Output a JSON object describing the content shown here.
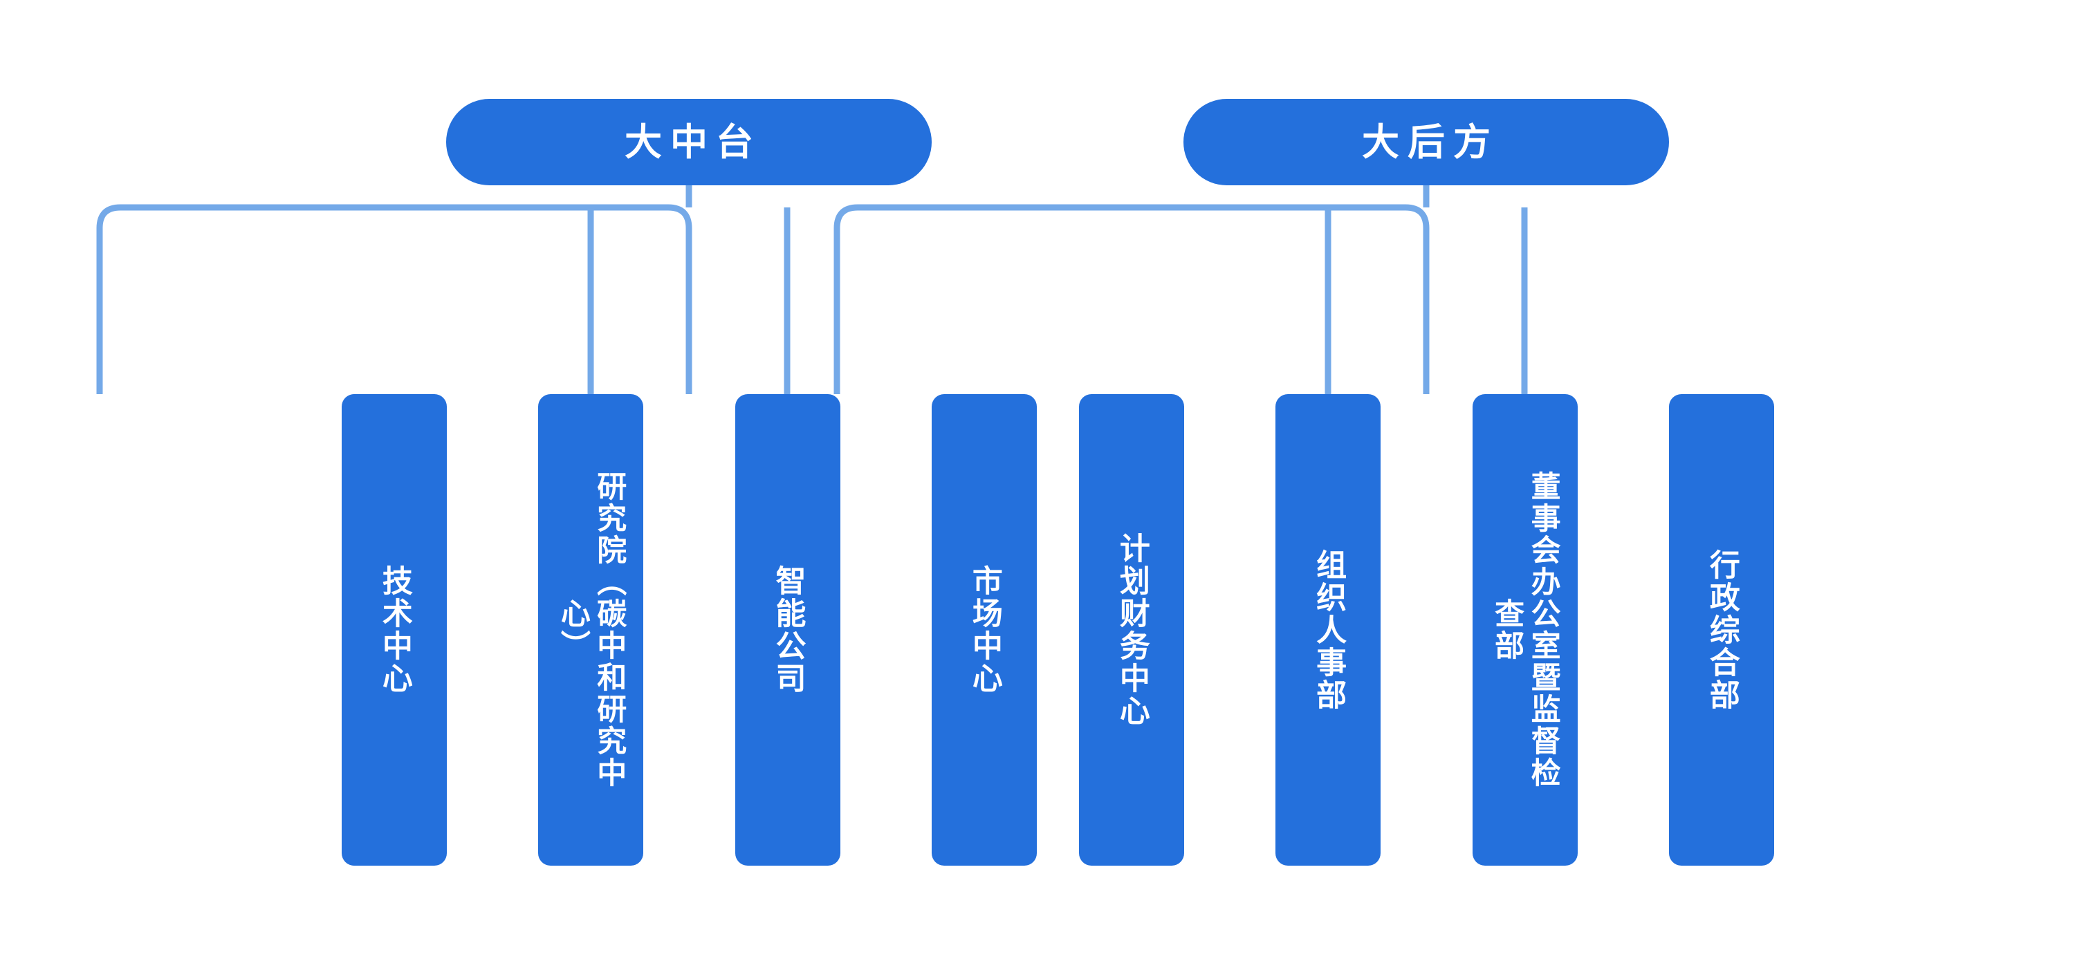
{
  "diagram": {
    "title_left": "大中台",
    "title_right": "大后方",
    "background_color": "#ffffff",
    "primary_color": "#2470dc",
    "connector_color": "#74a9e8",
    "text_color": "#ffffff"
  },
  "groups": [
    {
      "id": "zhongtai",
      "header": "大中台",
      "children": [
        {
          "label": "技术中心"
        },
        {
          "label": "研究院（碳中和研究中心）"
        },
        {
          "label": "智能公司"
        },
        {
          "label": "市场中心"
        }
      ]
    },
    {
      "id": "houfang",
      "header": "大后方",
      "children": [
        {
          "label": "计划财务中心"
        },
        {
          "label": "组织人事部"
        },
        {
          "label": "董事会办公室暨监督检查部"
        },
        {
          "label": "行政综合部"
        }
      ]
    }
  ],
  "chart_data": {
    "type": "diagram",
    "subtype": "organization-tree",
    "title": "",
    "nodes": [
      {
        "id": "n1",
        "label": "大中台",
        "level": 0,
        "shape": "pill"
      },
      {
        "id": "n1-1",
        "label": "技术中心",
        "level": 1,
        "parent": "n1",
        "shape": "rounded-rect"
      },
      {
        "id": "n1-2",
        "label": "研究院（碳中和研究中心）",
        "level": 1,
        "parent": "n1",
        "shape": "rounded-rect"
      },
      {
        "id": "n1-3",
        "label": "智能公司",
        "level": 1,
        "parent": "n1",
        "shape": "rounded-rect"
      },
      {
        "id": "n1-4",
        "label": "市场中心",
        "level": 1,
        "parent": "n1",
        "shape": "rounded-rect"
      },
      {
        "id": "n2",
        "label": "大后方",
        "level": 0,
        "shape": "pill"
      },
      {
        "id": "n2-1",
        "label": "计划财务中心",
        "level": 1,
        "parent": "n2",
        "shape": "rounded-rect"
      },
      {
        "id": "n2-2",
        "label": "组织人事部",
        "level": 1,
        "parent": "n2",
        "shape": "rounded-rect"
      },
      {
        "id": "n2-3",
        "label": "董事会办公室暨监督检查部",
        "level": 1,
        "parent": "n2",
        "shape": "rounded-rect"
      },
      {
        "id": "n2-4",
        "label": "行政综合部",
        "level": 1,
        "parent": "n2",
        "shape": "rounded-rect"
      }
    ],
    "edges": [
      {
        "from": "n1",
        "to": "n1-1"
      },
      {
        "from": "n1",
        "to": "n1-2"
      },
      {
        "from": "n1",
        "to": "n1-3"
      },
      {
        "from": "n1",
        "to": "n1-4"
      },
      {
        "from": "n2",
        "to": "n2-1"
      },
      {
        "from": "n2",
        "to": "n2-2"
      },
      {
        "from": "n2",
        "to": "n2-3"
      },
      {
        "from": "n2",
        "to": "n2-4"
      }
    ],
    "text_orientation": "vertical",
    "legend": []
  }
}
